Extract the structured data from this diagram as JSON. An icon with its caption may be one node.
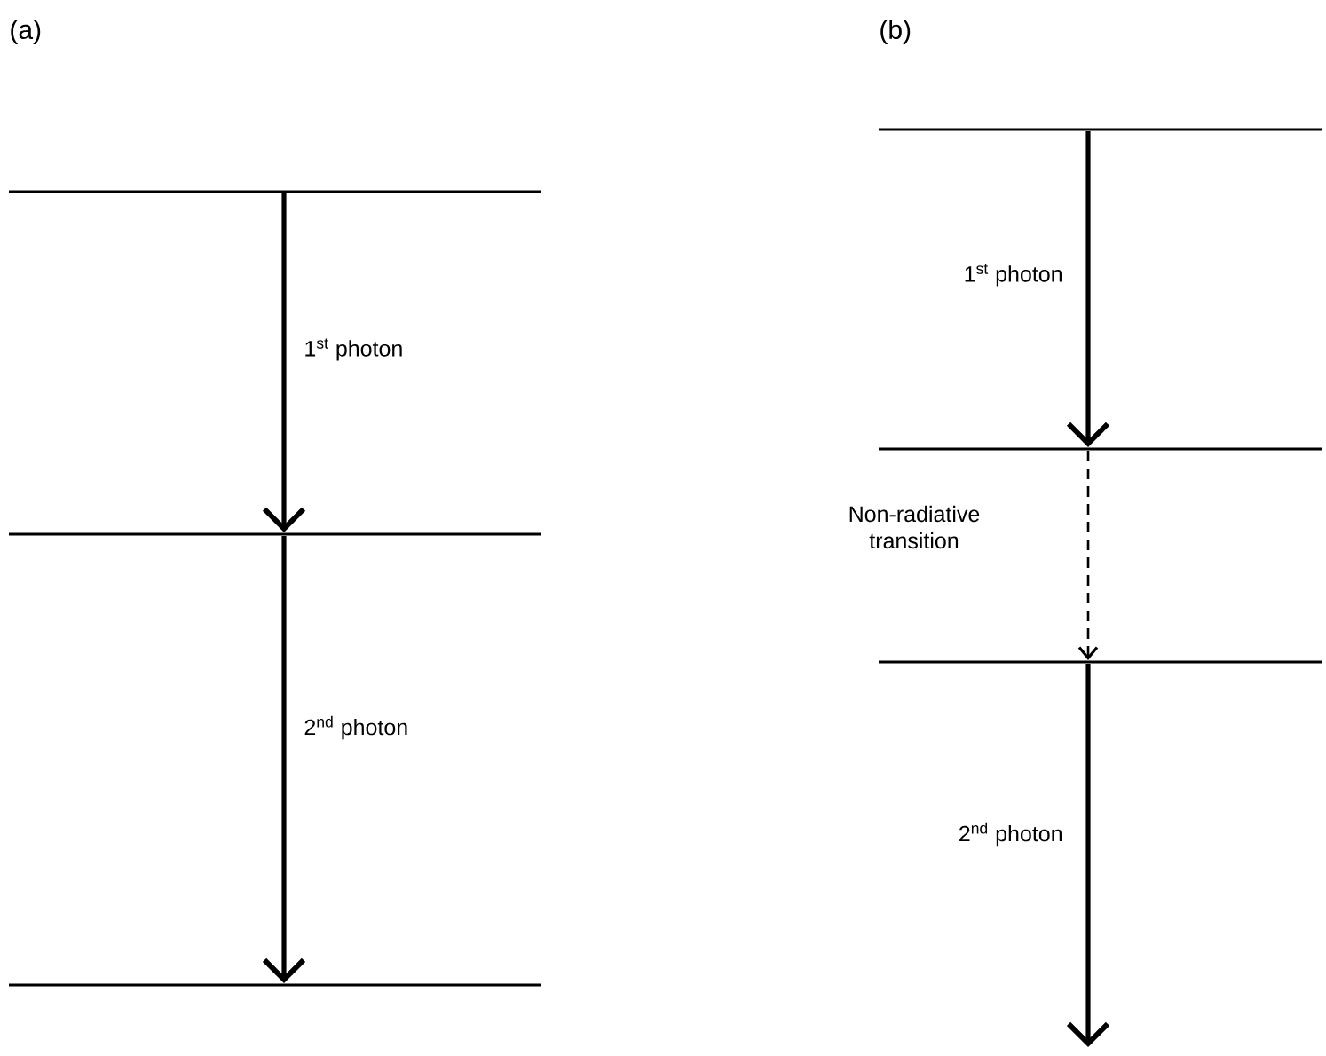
{
  "diagram": {
    "nodes": [
      {
        "text": [],
        "shape": "bar"
      },
      {
        "text": [],
        "shape": "bar"
      },
      {
        "text": [],
        "shape": "bar"
      },
      {
        "text": [],
        "shape": "bar"
      },
      {
        "text": [],
        "shape": "bar"
      },
      {
        "text": [],
        "shape": "bar"
      }
    ],
    "edges": [
      {
        "from": 0,
        "to": 1,
        "arrow": "to",
        "label": "1$^{st}$ photon"
      },
      {
        "from": 1,
        "to": 2,
        "arrow": "to",
        "label": "2$^{nd}$ photon"
      },
      {
        "from": 3,
        "to": 4,
        "arrow": "to",
        "label": "1$^{st}$ photon"
      },
      {
        "from": 4,
        "to": 5,
        "arrow": "to",
        "label": "Non-radiative transition",
        "style": "dashed"
      },
      {
        "from": 5,
        "to": null,
        "arrow": "to",
        "label": "2$^{nd}$ photon"
      }
    ],
    "labels": [
      "(a)",
      "(b)"
    ]
  }
}
